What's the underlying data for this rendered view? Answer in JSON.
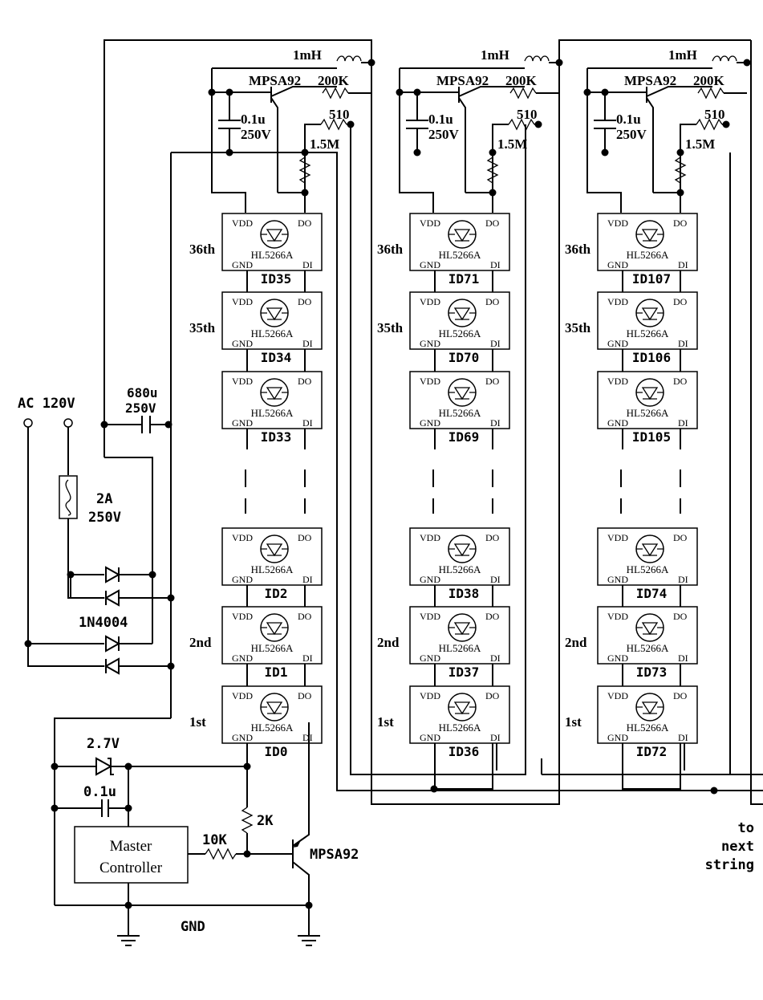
{
  "power": {
    "ac_label": "AC 120V",
    "fuse_rating": [
      "2A",
      "250V"
    ],
    "diode_part": "1N4004",
    "bulk_cap": [
      "680u",
      "250V"
    ]
  },
  "string_supply": {
    "inductor": "1mH",
    "transistor": "MPSA92",
    "r_base": "200K",
    "r_emitter": "510",
    "r_bias": "1.5M",
    "cap": [
      "0.1u",
      "250V"
    ]
  },
  "led_chip": {
    "part": "HL5266A",
    "pins": {
      "vdd": "VDD",
      "do": "DO",
      "gnd": "GND",
      "di": "DI"
    }
  },
  "strings": [
    {
      "position_labels": [
        "36th",
        "35th",
        "",
        "",
        "2nd",
        "1st"
      ],
      "ids": [
        "ID35",
        "ID34",
        "ID33",
        "ID2",
        "ID1",
        "ID0"
      ]
    },
    {
      "position_labels": [
        "36th",
        "35th",
        "",
        "",
        "2nd",
        "1st"
      ],
      "ids": [
        "ID71",
        "ID70",
        "ID69",
        "ID38",
        "ID37",
        "ID36"
      ]
    },
    {
      "position_labels": [
        "36th",
        "35th",
        "",
        "",
        "2nd",
        "1st"
      ],
      "ids": [
        "ID107",
        "ID106",
        "ID105",
        "ID74",
        "ID73",
        "ID72"
      ]
    }
  ],
  "controller": {
    "name_lines": [
      "Master",
      "Controller"
    ],
    "zener": "2.7V",
    "cap": "0.1u",
    "r_out": "10K",
    "r_pullup": "2K",
    "transistor": "MPSA92",
    "gnd_label": "GND"
  },
  "next_string_lines": [
    "to",
    "next",
    "string"
  ]
}
